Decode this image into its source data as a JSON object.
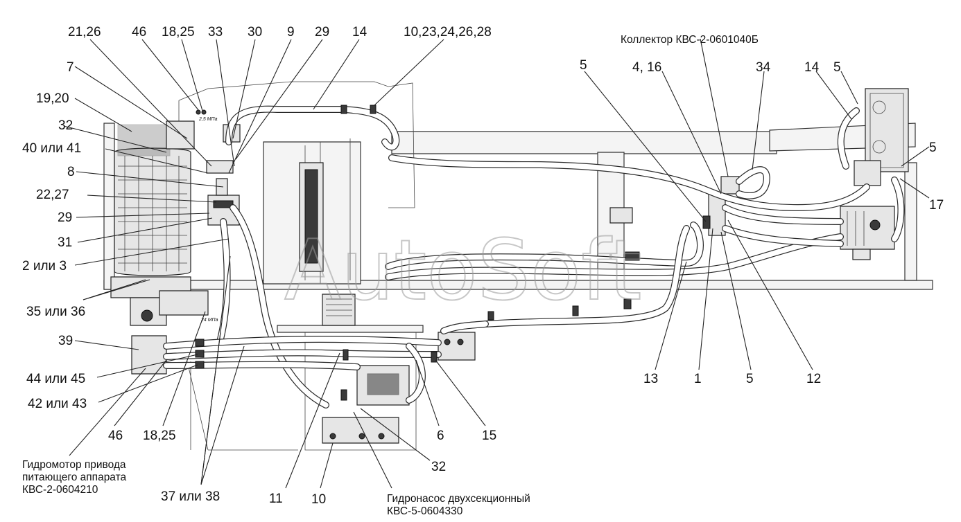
{
  "diagram": {
    "callouts": {
      "c_21_26": "21,26",
      "c_46_top": "46",
      "c_18_25_top": "18,25",
      "c_33": "33",
      "c_30": "30",
      "c_9": "9",
      "c_29_top": "29",
      "c_14_top": "14",
      "c_10_23": "10,23,24,26,28",
      "c_7": "7",
      "c_19_20": "19,20",
      "c_32_left": "32",
      "c_40_41": "40 или 41",
      "c_8": "8",
      "c_22_27": "22,27",
      "c_29_left": "29",
      "c_31": "31",
      "c_2_3": "2 или 3",
      "c_35_36": "35 или 36",
      "c_39": "39",
      "c_44_45": "44 или 45",
      "c_42_43": "42 или 43",
      "c_46_bottom": "46",
      "c_18_25_bottom": "18,25",
      "c_37_38": "37 или 38",
      "c_11": "11",
      "c_10_bottom": "10",
      "c_32_bottom": "32",
      "c_6": "6",
      "c_15": "15",
      "c_5_a": "5",
      "c_4_16": "4, 16",
      "c_34": "34",
      "c_14_right": "14",
      "c_5_b": "5",
      "c_5_c": "5",
      "c_17": "17",
      "c_13": "13",
      "c_1": "1",
      "c_5_d": "5",
      "c_12": "12"
    },
    "notes": {
      "collector": "Коллектор КВС-2-0601040Б",
      "motor_line1": "Гидромотор привода",
      "motor_line2": "питающего аппарата",
      "motor_line3": "КВС-2-0604210",
      "pump_line1": "Гидронасос двухсекционный",
      "pump_line2": "КВС-5-0604330"
    },
    "pressure_marks": {
      "upper": "2,5 МПа",
      "lower": "24 МПа"
    },
    "watermark": "AutoSoft"
  }
}
